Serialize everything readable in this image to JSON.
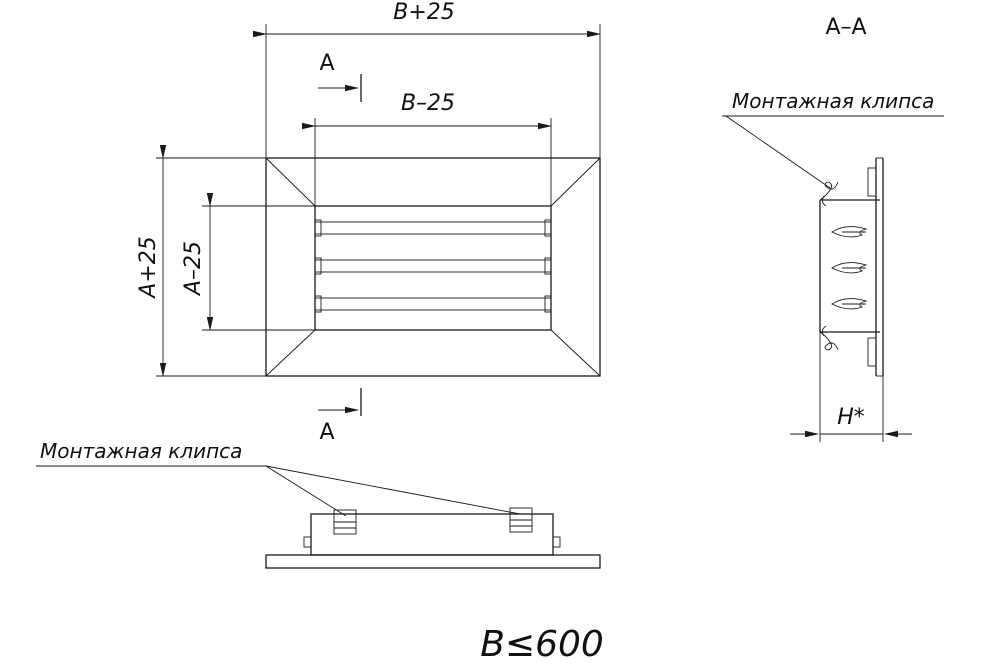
{
  "front_view": {
    "width_outer": "B+25",
    "width_inner": "B–25",
    "height_outer": "A+25",
    "height_inner": "A–25",
    "section_mark": "A"
  },
  "section_view": {
    "title": "A–A",
    "clip_label": "Монтажная клипса",
    "depth_label": "H*"
  },
  "top_view": {
    "clip_label": "Монтажная клипса"
  },
  "footer": {
    "condition": "B≤600"
  }
}
